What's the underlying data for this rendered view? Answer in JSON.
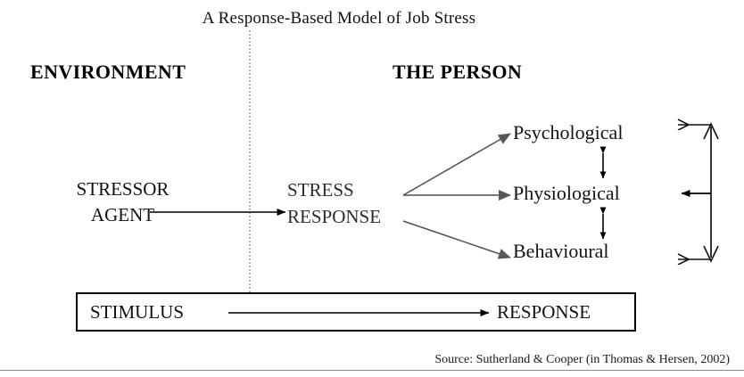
{
  "diagram": {
    "title": "A Response-Based Model of Job Stress",
    "source": "Source: Sutherland & Cooper (in Thomas & Hersen, 2002)",
    "headings": {
      "left": "ENVIRONMENT",
      "right": "THE PERSON"
    },
    "left_block": {
      "line1": "STRESSOR",
      "line2": "AGENT"
    },
    "center_block": {
      "line1": "STRESS",
      "line2": "RESPONSE"
    },
    "outcomes": [
      {
        "id": "psychological",
        "label": "Psychological"
      },
      {
        "id": "physiological",
        "label": "Physiological"
      },
      {
        "id": "behavioural",
        "label": "Behavioural"
      }
    ],
    "bottom_box": {
      "left_label": "STIMULUS",
      "right_label": "RESPONSE"
    },
    "colors": {
      "background": "#ffffff",
      "text": "#111111",
      "center_text": "#2b2b33",
      "black_arrow": "#000000",
      "gray_arrow": "#555555",
      "divider": "#b0b0b0",
      "rule": "#888888",
      "box_border": "#000000"
    },
    "connectors": {
      "stressor_to_response": "solid black horizontal arrow",
      "response_to_psychological": "gray diagonal arrow up-right",
      "response_to_physiological": "gray horizontal arrow right",
      "response_to_behavioural": "gray diagonal arrow down-right",
      "psych_phys_link": "black double-headed vertical arrow",
      "phys_behav_link": "black double-headed vertical arrow",
      "feedback_bracket": "right-side vertical feedback bracket with open arrowheads and a solid inward arrow",
      "stimulus_to_response": "solid black horizontal arrow"
    }
  }
}
